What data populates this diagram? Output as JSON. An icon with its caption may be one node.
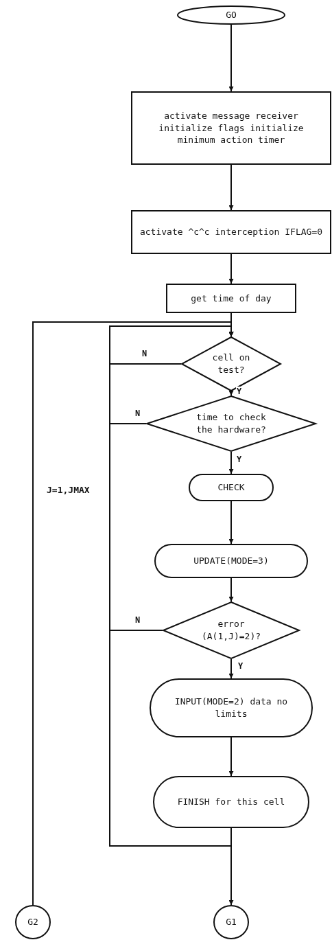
{
  "diagram": {
    "nodes": [
      {
        "text": [
          "GO"
        ]
      },
      {
        "text": [
          "activate message receiver initialize flags initialize minimum action timer"
        ]
      },
      {
        "text": [
          "activate ^c^c interception IFLAG=0"
        ]
      },
      {
        "text": [
          "get time of day"
        ]
      },
      {
        "text": [
          "cell on test?"
        ]
      },
      {
        "text": [
          "time to check the hardware?"
        ]
      },
      {
        "text": [
          "CHECK"
        ]
      },
      {
        "text": [
          "UPDATE(MODE=3)"
        ]
      },
      {
        "text": [
          "error (A(1,J)=2)?"
        ]
      },
      {
        "text": [
          "INPUT(MODE=2) data no limits"
        ]
      },
      {
        "text": [
          "FINISH for this cell"
        ]
      },
      {
        "text": [
          "G2"
        ]
      },
      {
        "text": [
          "G1"
        ]
      }
    ],
    "edges": [
      {
        "from": 0,
        "to": 1,
        "arrow": "to"
      },
      {
        "from": 1,
        "to": 2,
        "arrow": "to"
      },
      {
        "from": 2,
        "to": 3,
        "arrow": "to"
      },
      {
        "from": 3,
        "to": 4,
        "arrow": "to"
      },
      {
        "from": 4,
        "to": 5,
        "arrow": "to",
        "label": "Y"
      },
      {
        "from": 5,
        "to": 6,
        "arrow": "to",
        "label": "Y"
      },
      {
        "from": 6,
        "to": 7,
        "arrow": "to"
      },
      {
        "from": 7,
        "to": 8,
        "arrow": "to"
      },
      {
        "from": 8,
        "to": 9,
        "arrow": "to",
        "label": "Y"
      },
      {
        "from": 9,
        "to": 10,
        "arrow": "to"
      },
      {
        "from": 10,
        "to": 12,
        "arrow": "to"
      },
      {
        "from": 4,
        "to": 4,
        "arrow": "to",
        "label": "N"
      },
      {
        "from": 5,
        "to": 4,
        "arrow": "to",
        "label": "N"
      },
      {
        "from": 8,
        "to": 4,
        "arrow": "to",
        "label": "N"
      },
      {
        "from": 10,
        "to": 4,
        "arrow": "to"
      },
      {
        "from": 11,
        "to": 4,
        "arrow": "to"
      }
    ],
    "labels": [
      "J=1,JMAX"
    ]
  }
}
